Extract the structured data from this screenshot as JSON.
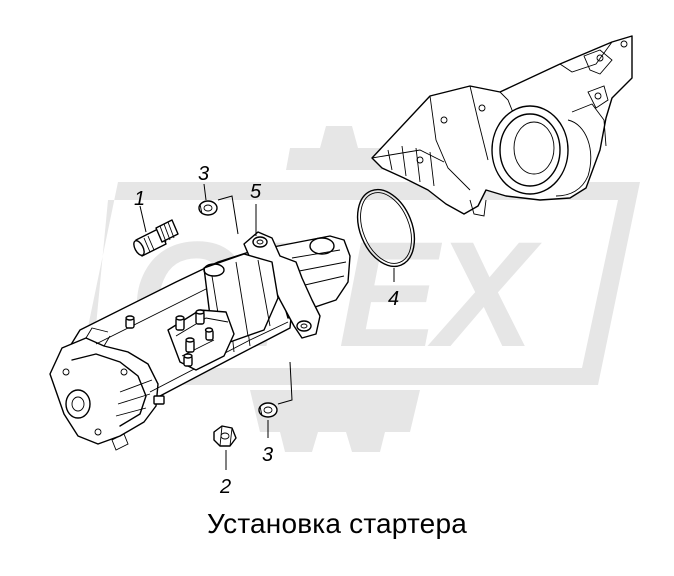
{
  "watermark": {
    "text": "OPEX",
    "color": "#e6e6e6"
  },
  "callouts": [
    {
      "id": "1",
      "text": "1"
    },
    {
      "id": "2",
      "text": "2"
    },
    {
      "id": "3a",
      "text": "3"
    },
    {
      "id": "3b",
      "text": "3"
    },
    {
      "id": "4",
      "text": "4"
    },
    {
      "id": "5",
      "text": "5"
    }
  ],
  "caption": "Установка стартера"
}
